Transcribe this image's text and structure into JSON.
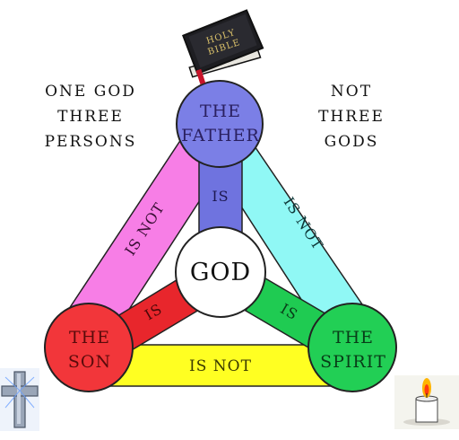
{
  "notes": {
    "left": [
      "ONE GOD",
      "THREE",
      "PERSONS"
    ],
    "right": [
      "NOT",
      "THREE",
      "GODS"
    ]
  },
  "nodes": {
    "father": {
      "lines": [
        "THE",
        "FATHER"
      ],
      "color": "#7b7fe6"
    },
    "son": {
      "lines": [
        "THE",
        "SON"
      ],
      "color": "#f2363a"
    },
    "spirit": {
      "lines": [
        "THE",
        "SPIRIT"
      ],
      "color": "#22cf55"
    },
    "god": {
      "label": "GOD",
      "color": "#ffffff"
    }
  },
  "edges": {
    "father_son": {
      "label": "IS NOT",
      "color": "#f77ee6"
    },
    "father_spirit": {
      "label": "IS NOT",
      "color": "#90f8f5"
    },
    "son_spirit": {
      "label": "IS NOT",
      "color": "#ffff22"
    },
    "father_god": {
      "label": "IS",
      "color": "#6f73df"
    },
    "son_god": {
      "label": "IS",
      "color": "#e8262c"
    },
    "spirit_god": {
      "label": "IS",
      "color": "#1fcb52"
    }
  },
  "bible": {
    "lines": [
      "HOLY",
      "BIBLE"
    ]
  },
  "icons": [
    "holy-bible-icon",
    "cross-icon",
    "candle-icon"
  ]
}
